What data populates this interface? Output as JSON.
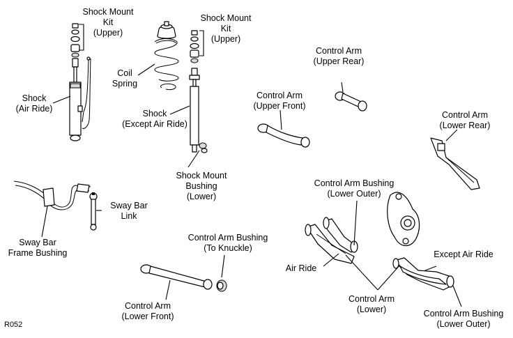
{
  "diagram_code": "R052",
  "labels": {
    "shock_mount_kit_left": [
      "Shock Mount",
      "Kit",
      "(Upper)"
    ],
    "shock_mount_kit_right": [
      "Shock Mount",
      "Kit",
      "(Upper)"
    ],
    "shock_air_ride": [
      "Shock",
      "(Air Ride)"
    ],
    "coil_spring": [
      "Coil",
      "Spring"
    ],
    "shock_except_air_ride": [
      "Shock",
      "(Except Air Ride)"
    ],
    "shock_mount_bushing_lower": [
      "Shock Mount",
      "Bushing",
      "(Lower)"
    ],
    "control_arm_upper_rear": [
      "Control Arm",
      "(Upper Rear)"
    ],
    "control_arm_upper_front": [
      "Control Arm",
      "(Upper Front)"
    ],
    "control_arm_lower_rear": [
      "Control Arm",
      "(Lower Rear)"
    ],
    "control_arm_bushing_lower_outer_top": [
      "Control Arm Bushing",
      "(Lower Outer)"
    ],
    "sway_bar_link": [
      "Sway Bar",
      "Link"
    ],
    "sway_bar_frame_bushing": [
      "Sway Bar",
      "Frame Bushing"
    ],
    "control_arm_bushing_to_knuckle": [
      "Control Arm Bushing",
      "(To Knuckle)"
    ],
    "air_ride": [
      "Air Ride"
    ],
    "except_air_ride": [
      "Except Air Ride"
    ],
    "control_arm_lower_front": [
      "Control Arm",
      "(Lower Front)"
    ],
    "control_arm_lower": [
      "Control Arm",
      "(Lower)"
    ],
    "control_arm_bushing_lower_outer_bottom": [
      "Control Arm Bushing",
      "(Lower Outer)"
    ]
  }
}
